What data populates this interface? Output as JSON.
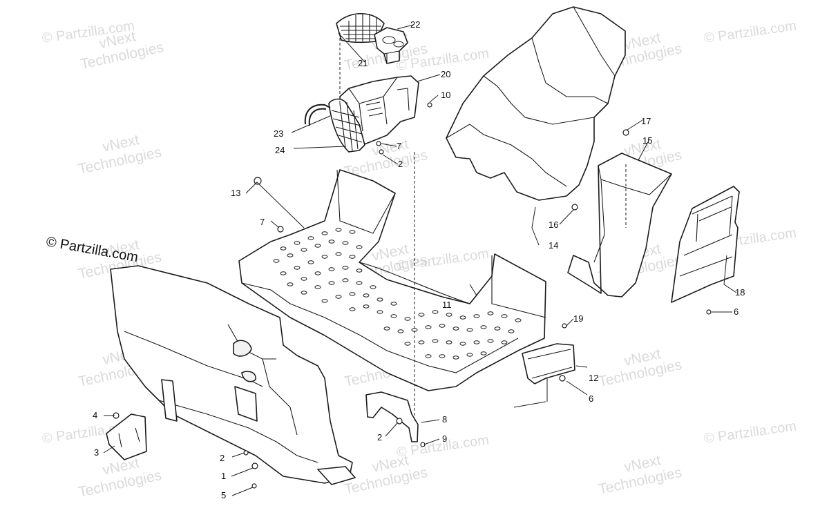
{
  "copyright": "© Partzilla.com",
  "watermark": {
    "line1": "vNext",
    "line2": "Technologies",
    "partzilla": "© Partzilla.com"
  },
  "callouts": {
    "c1": "1",
    "c2a": "2",
    "c2b": "2",
    "c2c": "2",
    "c3": "3",
    "c4": "4",
    "c5": "5",
    "c6a": "6",
    "c6b": "6",
    "c7a": "7",
    "c7b": "7",
    "c8": "8",
    "c9": "9",
    "c10": "10",
    "c11": "11",
    "c12": "12",
    "c13": "13",
    "c14": "14",
    "c15": "15",
    "c16": "16",
    "c17": "17",
    "c18": "18",
    "c19": "19",
    "c20": "20",
    "c21": "21",
    "c22": "22",
    "c23": "23",
    "c24": "24"
  }
}
